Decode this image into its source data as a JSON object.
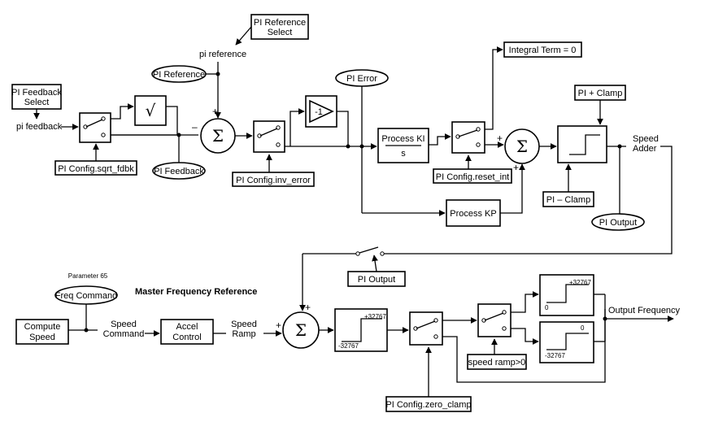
{
  "labels": {
    "pi_feedback_select_1": "PI Feedback",
    "pi_feedback_select_2": "Select",
    "pi_feedback": "pi feedback",
    "pi_reference_select_1": "PI Reference",
    "pi_reference_select_2": "Select",
    "pi_reference": "pi reference",
    "pi_reference_oval": "PI Reference",
    "pi_feedback_oval": "PI Feedback",
    "pi_error_oval": "PI Error",
    "cfg_sqrt": "PI Config.sqrt_fdbk",
    "cfg_inv": "PI Config.inv_error",
    "cfg_reset": "PI Config.reset_int",
    "cfg_zero": "PI Config.zero_clamp",
    "integral_term": "Integral Term = 0",
    "process_ki_1": "Process KI",
    "process_ki_2": "s",
    "process_kp": "Process KP",
    "pi_plus_clamp": "PI + Clamp",
    "pi_minus_clamp": "PI – Clamp",
    "pi_output_oval": "PI Output",
    "speed_adder_1": "Speed",
    "speed_adder_2": "Adder",
    "pi_output_box": "PI Output",
    "parameter": "Parameter 65",
    "freq_command": "Freq Command",
    "master_freq_ref": "Master Frequency Reference",
    "compute_speed_1": "Compute",
    "compute_speed_2": "Speed",
    "speed_command_1": "Speed",
    "speed_command_2": "Command",
    "accel_control_1": "Accel",
    "accel_control_2": "Control",
    "speed_ramp_1": "Speed",
    "speed_ramp_2": "Ramp",
    "speed_ramp_gt0": "speed ramp>0",
    "output_frequency": "Output Frequency",
    "sqrt_symbol": "√",
    "neg_one": "-1",
    "sigma": "Σ",
    "plus": "+",
    "minus": "–",
    "lim_main_hi": "+32767",
    "lim_main_lo": "-32767",
    "lim_pos_hi": "+32767",
    "lim_pos_lo": "0",
    "lim_neg_hi": "0",
    "lim_neg_lo": "-32767"
  }
}
